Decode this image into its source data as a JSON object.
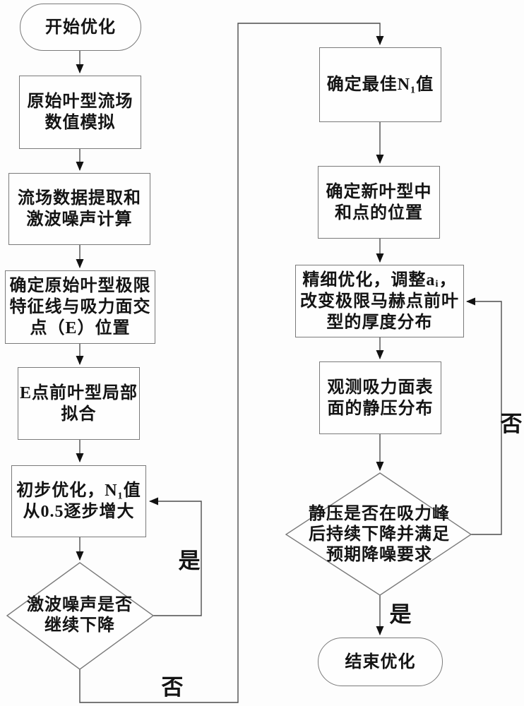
{
  "nodes": {
    "start": "开始优化",
    "initial_simulation": "原始叶型流场\n数值模拟",
    "data_extraction": "流场数据提取和\n激波噪声计算",
    "locate_point_e": "确定原始叶型极限\n特征线与吸力面交\n点（E）位置",
    "local_fitting": "E点前叶型局部\n拟合",
    "preliminary_optimization": "初步优化，N₁值\n从0.5逐步增大",
    "decision_noise_drop": "激波噪声是否\n继续下降",
    "best_n1": "确定最佳N₁值",
    "neutral_point": "确定新叶型中\n和点的位置",
    "fine_optimization": "精细优化，调整aᵢ，\n改变极限马赫点前叶\n型的厚度分布",
    "observe_pressure": "观测吸力面表\n面的静压分布",
    "decision_pressure": "静压是否在吸力峰\n后持续下降并满足\n预期降噪要求",
    "end": "结束优化"
  },
  "labels": {
    "yes_loop_left": "是",
    "no_exit_left": "否",
    "no_loop_right": "否",
    "yes_exit_right": "是"
  },
  "colors": {
    "bg": "#fdfdfd",
    "node-bg": "#fefefe",
    "border": "#7a7a7a",
    "line": "#4d4d4d",
    "ink": "#141414"
  }
}
